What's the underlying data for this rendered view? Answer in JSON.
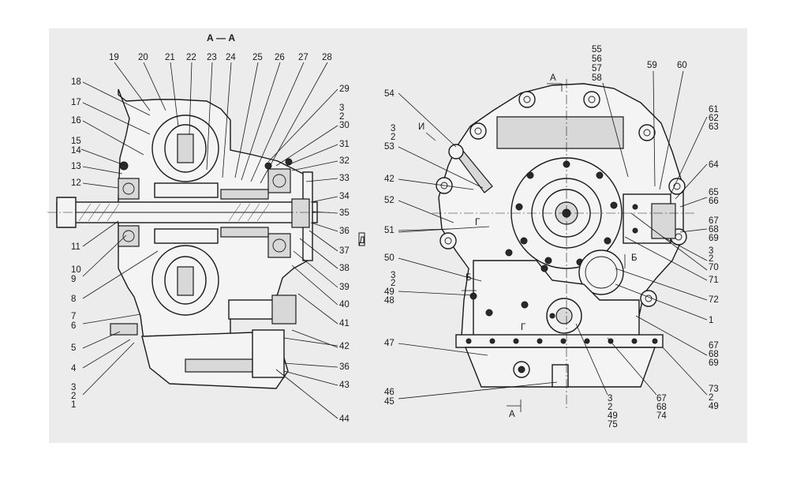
{
  "section_title": "А — А",
  "view_marks": {
    "a_top": "А",
    "a_bottom": "А",
    "b_right": "Б",
    "b_left": "Б",
    "g_left": "Г",
    "g_mid": "Г",
    "i_top": "И",
    "box_right": "Д"
  },
  "left_labels": {
    "top": [
      "19",
      "20",
      "21",
      "22",
      "23",
      "24",
      "25",
      "26",
      "27",
      "28"
    ],
    "left_side": [
      "18",
      "17",
      "16",
      "15",
      "14",
      "13",
      "12",
      "11",
      "10",
      "9",
      "8",
      "7",
      "6",
      "5",
      "4",
      "3",
      "2",
      "1"
    ],
    "right_side": [
      "29",
      "3",
      "2",
      "30",
      "31",
      "32",
      "33",
      "34",
      "35",
      "36",
      "37",
      "38",
      "39",
      "40",
      "41",
      "42",
      "36",
      "43",
      "44"
    ]
  },
  "right_labels": {
    "top": [
      "55",
      "56",
      "57",
      "58",
      "59",
      "60"
    ],
    "left_side": [
      "54",
      "3",
      "2",
      "53",
      "42",
      "52",
      "51",
      "50",
      "3",
      "2",
      "49",
      "48",
      "47",
      "46",
      "45"
    ],
    "right_side": [
      "61",
      "62",
      "63",
      "64",
      "65",
      "66",
      "67",
      "68",
      "69",
      "3",
      "2",
      "70",
      "71",
      "72",
      "1",
      "67",
      "68",
      "69",
      "73",
      "2",
      "49"
    ],
    "bottom": [
      "3",
      "2",
      "49",
      "75",
      "67",
      "68",
      "74"
    ]
  }
}
